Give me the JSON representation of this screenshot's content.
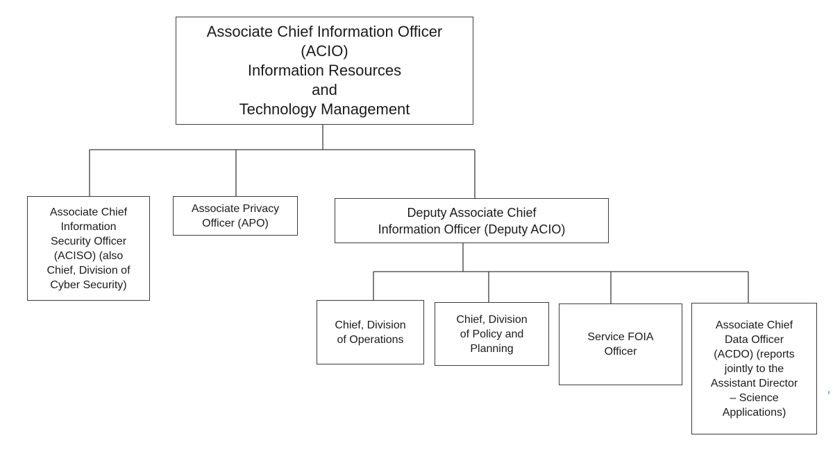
{
  "org_chart": {
    "acio": {
      "label": "Associate Chief Information Officer\n(ACIO)\nInformation Resources\nand\nTechnology Management"
    },
    "reports": {
      "aciso": {
        "label": "Associate Chief\nInformation\nSecurity Officer\n(ACISO) (also\nChief, Division of\nCyber Security)"
      },
      "apo": {
        "label": "Associate Privacy\nOfficer (APO)"
      },
      "deputy_acio": {
        "label": "Deputy Associate Chief\nInformation Officer (Deputy ACIO)"
      }
    },
    "deputy_reports": {
      "operations": {
        "label": "Chief, Division\nof Operations"
      },
      "policy": {
        "label": "Chief, Division\nof Policy and\nPlanning"
      },
      "foia": {
        "label": "Service FOIA\nOfficer"
      },
      "acdo": {
        "label": "Associate Chief\nData Officer\n(ACDO) (reports\njointly to the\nAssistant Director\n– Science\nApplications)"
      }
    }
  },
  "colors": {
    "line": "#3a3a3a",
    "box_border": "#3a3a3a",
    "text": "#1a1a1a",
    "background": "#ffffff"
  }
}
